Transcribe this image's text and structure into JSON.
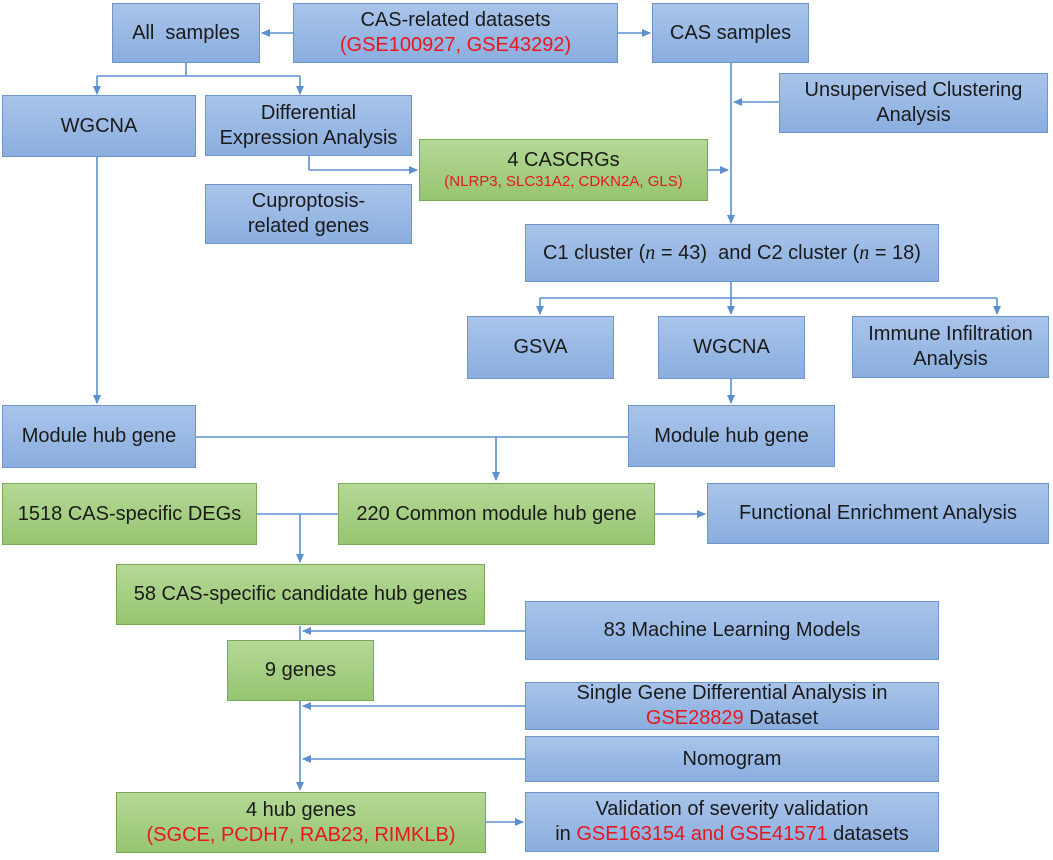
{
  "colors": {
    "blue_box": "#8aaedf",
    "green_box": "#96c571",
    "arrow": "#5b8fd0",
    "highlight_text": "#e8171b"
  },
  "nodes": {
    "cas_datasets": {
      "title": "CAS-related datasets",
      "sub": "(GSE100927, GSE43292)"
    },
    "all_samples": {
      "title": "All  samples"
    },
    "cas_samples": {
      "title": "CAS samples"
    },
    "wgcna_left": {
      "title": "WGCNA"
    },
    "dea": {
      "line1": "Differential",
      "line2": "Expression Analysis"
    },
    "unsupervised": {
      "line1": "Unsupervised Clustering",
      "line2": "Analysis"
    },
    "cascrgs": {
      "title": "4 CASCRGs",
      "sub": "(NLRP3, SLC31A2, CDKN2A, GLS)"
    },
    "cuproptosis": {
      "line1": "Cuproptosis-",
      "line2": "related genes"
    },
    "clusters": {
      "c1_pre": "C1 cluster (",
      "n1": "n",
      "c1_post": " = 43)  and C2 cluster (",
      "n2": "n",
      "c2_post": " = 18)"
    },
    "gsva": {
      "title": "GSVA"
    },
    "wgcna_right": {
      "title": "WGCNA"
    },
    "immune": {
      "line1": "Immune Infiltration",
      "line2": "Analysis"
    },
    "module_hub_left": {
      "title": "Module hub gene"
    },
    "module_hub_right": {
      "title": "Module hub gene"
    },
    "degs": {
      "title": "1518 CAS-specific DEGs"
    },
    "common_hub": {
      "title": "220 Common module hub gene"
    },
    "functional": {
      "title": "Functional Enrichment Analysis"
    },
    "candidates": {
      "title": "58 CAS-specific candidate hub genes"
    },
    "ml_models": {
      "title": "83 Machine Learning Models"
    },
    "nine_genes": {
      "title": "9 genes"
    },
    "single_gene": {
      "line1": "Single Gene Differential Analysis in",
      "dataset": "GSE28829",
      "line2_rest": " Dataset"
    },
    "nomogram": {
      "title": "Nomogram"
    },
    "hub_genes": {
      "title": "4 hub genes",
      "sub": "(SGCE, PCDH7, RAB23, RIMKLB)"
    },
    "validation": {
      "line1": "Validation of severity validation",
      "pre": "in ",
      "datasets": "GSE163154 and GSE41571",
      "post": " datasets"
    }
  }
}
